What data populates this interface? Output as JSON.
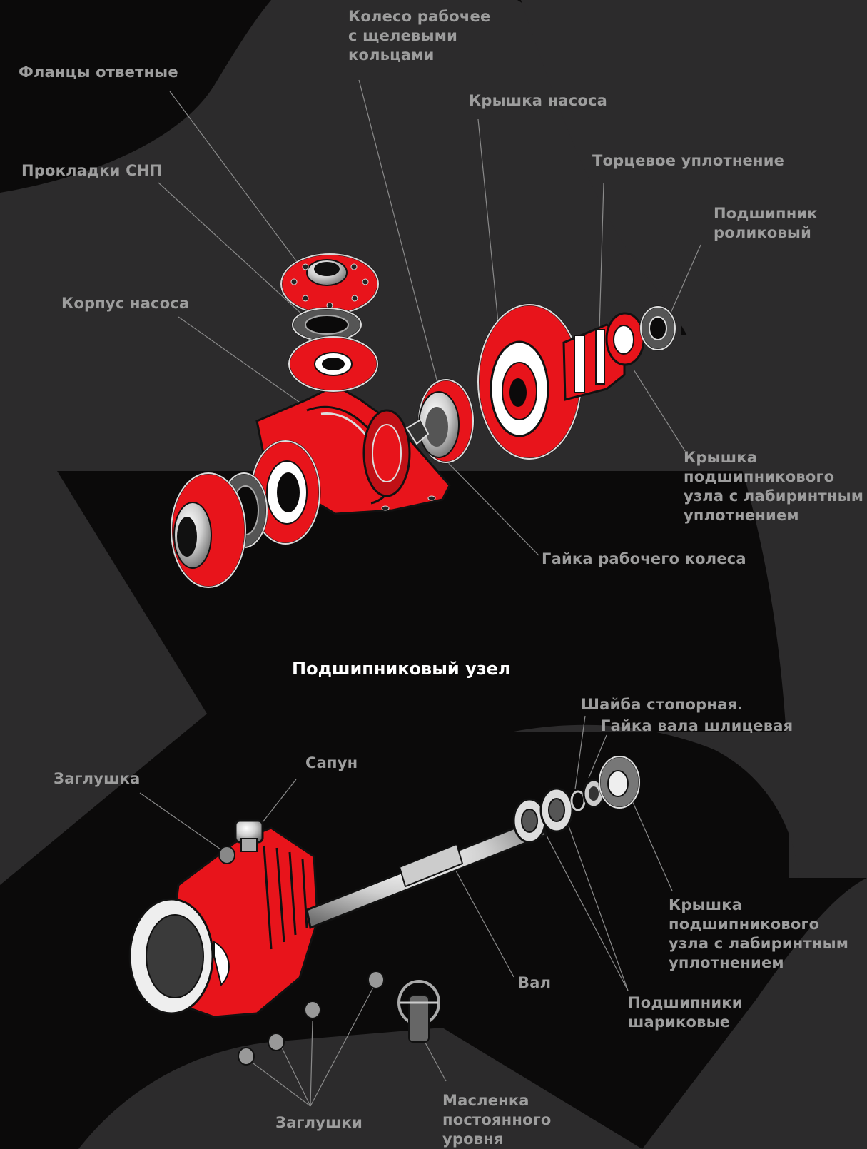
{
  "colors": {
    "background": "#0b0a0a",
    "band": "#2c2b2c",
    "accent_red": "#e8141b",
    "label_gray": "#9d9d9d",
    "title_white": "#ffffff"
  },
  "pump_labels": {
    "flanges": "Фланцы ответные",
    "gaskets": "Прокладки СНП",
    "housing": "Корпус насоса",
    "impeller": [
      "Колесо рабочее",
      "с щелевыми",
      "кольцами"
    ],
    "cover": "Крышка насоса",
    "mech_seal": "Торцевое уплотнение",
    "roller_bearing": [
      "Подшипник",
      "роликовый"
    ],
    "bearing_cover": [
      "Крышка",
      "подшипникового",
      "узла с лабиринтным",
      "уплотнением"
    ],
    "impeller_nut": "Гайка рабочего колеса"
  },
  "section_title": "Подшипниковый узел",
  "bearing_labels": {
    "lock_washer": "Шайба стопорная.",
    "shaft_nut": "Гайка вала шлицевая",
    "breather": "Сапун",
    "plug": "Заглушка",
    "bearing_cover": [
      "Крышка",
      "подшипникового",
      "узла с лабиринтным",
      "уплотнением"
    ],
    "shaft": "Вал",
    "ball_bearings": [
      "Подшипники",
      "шариковые"
    ],
    "plugs": "Заглушки",
    "oiler": [
      "Масленка",
      "постоянного",
      "уровня"
    ]
  }
}
